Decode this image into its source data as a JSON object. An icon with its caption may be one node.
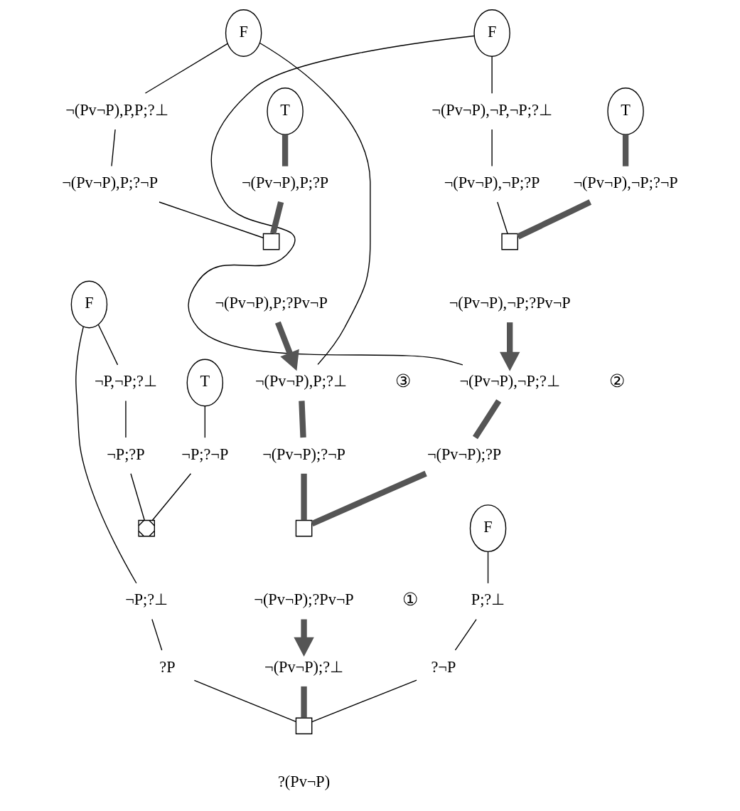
{
  "diagram": {
    "nodes": [
      {
        "text": [
          "F"
        ]
      },
      {
        "text": [
          "¬(Pv¬P),¬P,¬P;?⊥"
        ]
      },
      {
        "text": [
          "¬(Pv¬P),¬P;?P"
        ]
      },
      {
        "text": [
          "T"
        ]
      },
      {
        "text": [
          "¬(Pv¬P),¬P;?¬P"
        ]
      },
      {
        "text": [
          "T"
        ]
      },
      {
        "text": [
          "¬(Pv¬P),P;?P"
        ]
      },
      {
        "text": [
          "F"
        ]
      },
      {
        "text": [
          "¬(Pv¬P),P,P;?⊥"
        ]
      },
      {
        "text": [
          "¬(Pv¬P),P;?¬P"
        ]
      },
      {
        "text": [],
        "shape": "box"
      },
      {
        "text": [
          "¬(Pv¬P),¬P;?Pv¬P"
        ]
      },
      {
        "text": [],
        "shape": "box"
      },
      {
        "text": [
          "¬(Pv¬P),P;?Pv¬P"
        ]
      },
      {
        "text": [
          "¬(Pv¬P),¬P;?⊥"
        ]
      },
      {
        "text": [
          "¬(Pv¬P),P;?⊥"
        ]
      },
      {
        "text": [
          "F"
        ]
      },
      {
        "text": [
          "¬P,¬P;?⊥"
        ]
      },
      {
        "text": [
          "T"
        ]
      },
      {
        "text": [
          "¬P;?P"
        ]
      },
      {
        "text": [
          "¬P;?¬P"
        ]
      },
      {
        "text": [
          "F"
        ]
      },
      {
        "text": [
          "¬(Pv¬P);?P"
        ]
      },
      {
        "text": [
          "¬(Pv¬P);?¬P"
        ]
      },
      {
        "text": [],
        "shape": "box"
      },
      {
        "text": [
          "¬P;?⊥"
        ]
      },
      {
        "text": [
          "P;?⊥"
        ]
      },
      {
        "text": [],
        "shape": "box"
      },
      {
        "text": [
          "¬(Pv¬P);?Pv¬P"
        ]
      },
      {
        "text": [
          "¬(Pv¬P);?⊥"
        ]
      },
      {
        "text": [
          "?P"
        ]
      },
      {
        "text": [
          "?¬P"
        ]
      },
      {
        "text": [],
        "shape": "box"
      },
      {
        "text": [
          "?(Pv¬P)"
        ]
      }
    ],
    "edges": [
      {
        "from": 0,
        "to": 1,
        "arrow": "none"
      },
      {
        "from": 1,
        "to": 2,
        "arrow": "none"
      },
      {
        "from": 3,
        "to": 4,
        "arrow": "none",
        "style": "thick",
        "color": "#555555"
      },
      {
        "from": 5,
        "to": 6,
        "arrow": "none",
        "style": "thick",
        "color": "#555555"
      },
      {
        "from": 7,
        "to": 8,
        "arrow": "none"
      },
      {
        "from": 8,
        "to": 9,
        "arrow": "none"
      },
      {
        "from": 2,
        "to": 10,
        "arrow": "none"
      },
      {
        "from": 4,
        "to": 10,
        "arrow": "none",
        "style": "thick",
        "color": "#555555"
      },
      {
        "from": 6,
        "to": 12,
        "arrow": "none",
        "style": "thick",
        "color": "#555555"
      },
      {
        "from": 9,
        "to": 12,
        "arrow": "none"
      },
      {
        "from": 11,
        "to": 14,
        "arrow": "to",
        "style": "thick",
        "color": "#555555"
      },
      {
        "from": 13,
        "to": 15,
        "arrow": "to",
        "style": "thick",
        "color": "#555555"
      },
      {
        "from": 0,
        "to": 14,
        "arrow": "none"
      },
      {
        "from": 7,
        "to": 15,
        "arrow": "none"
      },
      {
        "from": 16,
        "to": 17,
        "arrow": "none"
      },
      {
        "from": 17,
        "to": 19,
        "arrow": "none"
      },
      {
        "from": 18,
        "to": 20,
        "arrow": "none"
      },
      {
        "from": 19,
        "to": 24,
        "arrow": "none"
      },
      {
        "from": 20,
        "to": 24,
        "arrow": "none"
      },
      {
        "from": 16,
        "to": 25,
        "arrow": "none"
      },
      {
        "from": 21,
        "to": 26,
        "arrow": "none"
      },
      {
        "from": 14,
        "to": 22,
        "arrow": "none",
        "style": "thick",
        "color": "#555555"
      },
      {
        "from": 15,
        "to": 23,
        "arrow": "none",
        "style": "thick",
        "color": "#555555"
      },
      {
        "from": 22,
        "to": 27,
        "arrow": "none",
        "style": "thick",
        "color": "#555555"
      },
      {
        "from": 23,
        "to": 27,
        "arrow": "none",
        "style": "thick",
        "color": "#555555"
      },
      {
        "from": 28,
        "to": 29,
        "arrow": "to",
        "style": "thick",
        "color": "#555555"
      },
      {
        "from": 25,
        "to": 30,
        "arrow": "none"
      },
      {
        "from": 26,
        "to": 31,
        "arrow": "none"
      },
      {
        "from": 30,
        "to": 32,
        "arrow": "none"
      },
      {
        "from": 31,
        "to": 32,
        "arrow": "none"
      },
      {
        "from": 29,
        "to": 32,
        "arrow": "none",
        "style": "thick",
        "color": "#555555"
      }
    ],
    "labels": [
      "②",
      "③",
      "①"
    ]
  }
}
